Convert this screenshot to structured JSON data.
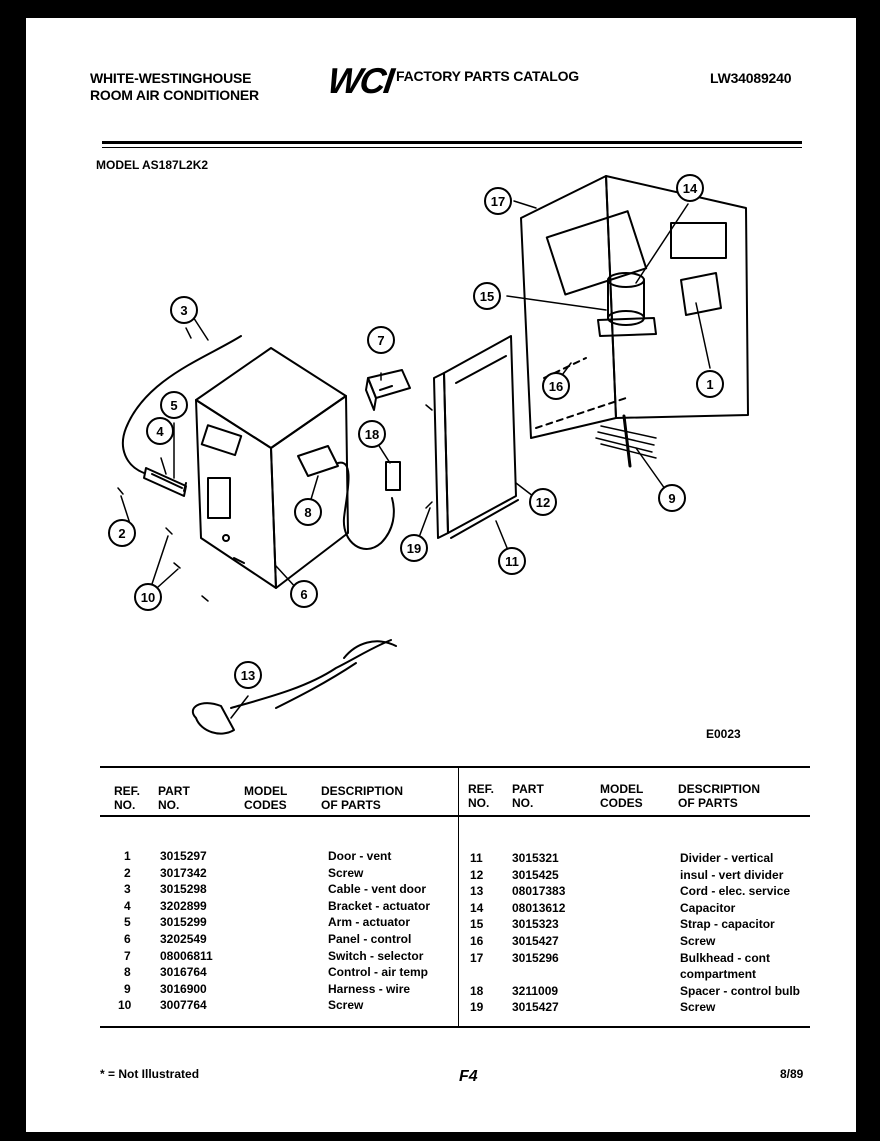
{
  "header": {
    "brand_line1": "WHITE-WESTINGHOUSE",
    "brand_line2": "ROOM AIR CONDITIONER",
    "logo_text": "WCI",
    "catalog_title": "FACTORY PARTS CATALOG",
    "catalog_number": "LW34089240",
    "model_label": "MODEL AS187L2K2"
  },
  "diagram": {
    "figure_code": "E0023",
    "callouts": [
      "1",
      "2",
      "3",
      "4",
      "5",
      "6",
      "7",
      "8",
      "9",
      "10",
      "11",
      "12",
      "13",
      "14",
      "15",
      "16",
      "17",
      "18",
      "19"
    ]
  },
  "parts_table": {
    "headers": {
      "ref": [
        "REF.",
        "NO."
      ],
      "part": [
        "PART",
        "NO."
      ],
      "model": [
        "MODEL",
        "CODES"
      ],
      "desc": [
        "DESCRIPTION",
        "OF PARTS"
      ]
    },
    "left_rows": [
      {
        "ref": "1",
        "part": "3015297",
        "desc": "Door - vent"
      },
      {
        "ref": "2",
        "part": "3017342",
        "desc": "Screw"
      },
      {
        "ref": "3",
        "part": "3015298",
        "desc": "Cable - vent door"
      },
      {
        "ref": "4",
        "part": "3202899",
        "desc": "Bracket - actuator"
      },
      {
        "ref": "5",
        "part": "3015299",
        "desc": "Arm - actuator"
      },
      {
        "ref": "6",
        "part": "3202549",
        "desc": "Panel - control"
      },
      {
        "ref": "7",
        "part": "08006811",
        "desc": "Switch - selector"
      },
      {
        "ref": "8",
        "part": "3016764",
        "desc": "Control - air temp"
      },
      {
        "ref": "9",
        "part": "3016900",
        "desc": "Harness - wire"
      },
      {
        "ref": "10",
        "part": "3007764",
        "desc": "Screw"
      }
    ],
    "right_rows": [
      {
        "ref": "11",
        "part": "3015321",
        "desc": "Divider - vertical"
      },
      {
        "ref": "12",
        "part": "3015425",
        "desc": "insul - vert divider"
      },
      {
        "ref": "13",
        "part": "08017383",
        "desc": "Cord - elec. service"
      },
      {
        "ref": "14",
        "part": "08013612",
        "desc": "Capacitor"
      },
      {
        "ref": "15",
        "part": "3015323",
        "desc": "Strap - capacitor"
      },
      {
        "ref": "16",
        "part": "3015427",
        "desc": "Screw"
      },
      {
        "ref": "17",
        "part": "3015296",
        "desc": "Bulkhead - cont"
      },
      {
        "ref": "",
        "part": "",
        "desc": "compartment"
      },
      {
        "ref": "18",
        "part": "3211009",
        "desc": "Spacer - control bulb"
      },
      {
        "ref": "19",
        "part": "3015427",
        "desc": "Screw"
      }
    ]
  },
  "footer": {
    "not_illustrated": "* = Not Illustrated",
    "page_number": "F4",
    "date": "8/89"
  }
}
